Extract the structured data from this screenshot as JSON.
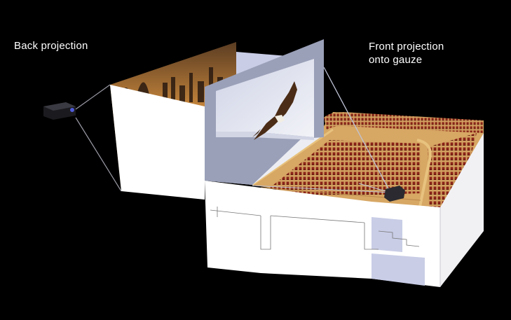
{
  "labels": {
    "back_projection": "Back projection",
    "front_projection": "Front projection\nonto gauze"
  },
  "colors": {
    "background": "#000000",
    "wall": "#ffffff",
    "gauze_frame": "#9aa0b8",
    "stage_backdrop": "#d8dcec",
    "floor": "#d7a764",
    "seats": "#8a2318",
    "highlight_blue": "#c9cde6",
    "beam": "#bfc3d6"
  },
  "icons": {
    "back_projector": "projector-icon",
    "front_projector": "projector-icon",
    "eagle": "eagle-icon",
    "city_skyline": "city-skyline-image"
  }
}
